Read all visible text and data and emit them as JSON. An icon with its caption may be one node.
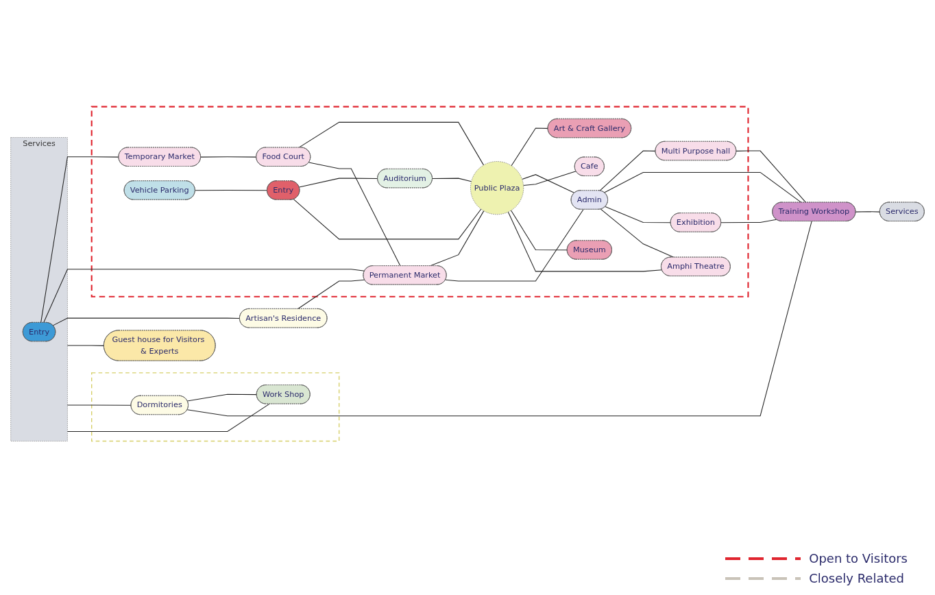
{
  "diagram": {
    "nodes": [
      {
        "text": [
          "Services"
        ]
      },
      {
        "text": [
          "Entry"
        ],
        "in": 0
      },
      {
        "text": [],
        "shape": "box"
      },
      {
        "text": [
          "Temporary Market"
        ],
        "in": 2
      },
      {
        "text": [
          "Vehicle Parking"
        ],
        "in": 2
      },
      {
        "text": [
          "Entry"
        ],
        "in": 2
      },
      {
        "text": [
          "Auditorium"
        ],
        "in": 2
      },
      {
        "text": [
          "Food Court"
        ],
        "in": 2
      },
      {
        "text": [
          "Public Plaza"
        ],
        "in": 2
      },
      {
        "text": [
          "Art & Craft Gallery"
        ],
        "in": 2
      },
      {
        "text": [
          "Permanent Market"
        ],
        "in": 2
      },
      {
        "text": [
          "Admin"
        ],
        "in": 2
      },
      {
        "text": [
          "Artisan's Residence"
        ]
      },
      {
        "text": [
          "Cafe"
        ],
        "in": 2
      },
      {
        "text": [
          "Museum"
        ],
        "in": 2
      },
      {
        "text": [
          "Guest house for Visitors & Experts"
        ]
      },
      {
        "text": [
          "Multi Purpose hall"
        ],
        "in": 2
      },
      {
        "text": [
          "Exhibition"
        ],
        "in": 2
      },
      {
        "text": [
          "Amphi Theatre"
        ],
        "in": 2
      },
      {
        "text": [],
        "shape": "box"
      },
      {
        "text": [
          "Dormitories"
        ],
        "in": 19
      },
      {
        "text": [
          "Training Workshop"
        ]
      },
      {
        "text": [
          "Work Shop"
        ],
        "in": 19
      },
      {
        "text": [
          "Services"
        ]
      }
    ],
    "edges": [
      {
        "from": 1,
        "to": 3,
        "arrow": "none"
      },
      {
        "from": 1,
        "to": 10,
        "arrow": "none"
      },
      {
        "from": 1,
        "to": 12,
        "arrow": "none"
      },
      {
        "from": 3,
        "to": 7,
        "arrow": "none"
      },
      {
        "from": 4,
        "to": 5,
        "arrow": "none"
      },
      {
        "from": 5,
        "to": 6,
        "arrow": "none"
      },
      {
        "from": 5,
        "to": 8,
        "arrow": "none"
      },
      {
        "from": 7,
        "to": 8,
        "arrow": "none"
      },
      {
        "from": 7,
        "to": 10,
        "arrow": "none"
      },
      {
        "from": 6,
        "to": 8,
        "arrow": "none"
      },
      {
        "from": 8,
        "to": 9,
        "arrow": "none"
      },
      {
        "from": 10,
        "to": 8,
        "arrow": "none"
      },
      {
        "from": 10,
        "to": 11,
        "arrow": "none"
      },
      {
        "from": 8,
        "to": 11,
        "arrow": "none"
      },
      {
        "from": 8,
        "to": 13,
        "arrow": "none"
      },
      {
        "from": 8,
        "to": 14,
        "arrow": "none"
      },
      {
        "from": 8,
        "to": 18,
        "arrow": "none"
      },
      {
        "from": 12,
        "to": 10,
        "arrow": "none"
      },
      {
        "from": 11,
        "to": 16,
        "arrow": "none"
      },
      {
        "from": 11,
        "to": 21,
        "arrow": "none"
      },
      {
        "from": 11,
        "to": 17,
        "arrow": "none"
      },
      {
        "from": 11,
        "to": 18,
        "arrow": "none"
      },
      {
        "from": 0,
        "to": 15,
        "arrow": "none"
      },
      {
        "from": 0,
        "to": 20,
        "arrow": "none"
      },
      {
        "from": 20,
        "to": 22,
        "arrow": "none"
      },
      {
        "from": 20,
        "to": 21,
        "arrow": "none"
      },
      {
        "from": 16,
        "to": 21,
        "arrow": "none"
      },
      {
        "from": 17,
        "to": 21,
        "arrow": "none"
      },
      {
        "from": 21,
        "to": 23,
        "arrow": "none"
      },
      {
        "from": 0,
        "to": 22,
        "arrow": "none"
      }
    ],
    "legend": [
      {
        "text": "Open to Visitors"
      },
      {
        "text": "Closely Related"
      }
    ]
  }
}
